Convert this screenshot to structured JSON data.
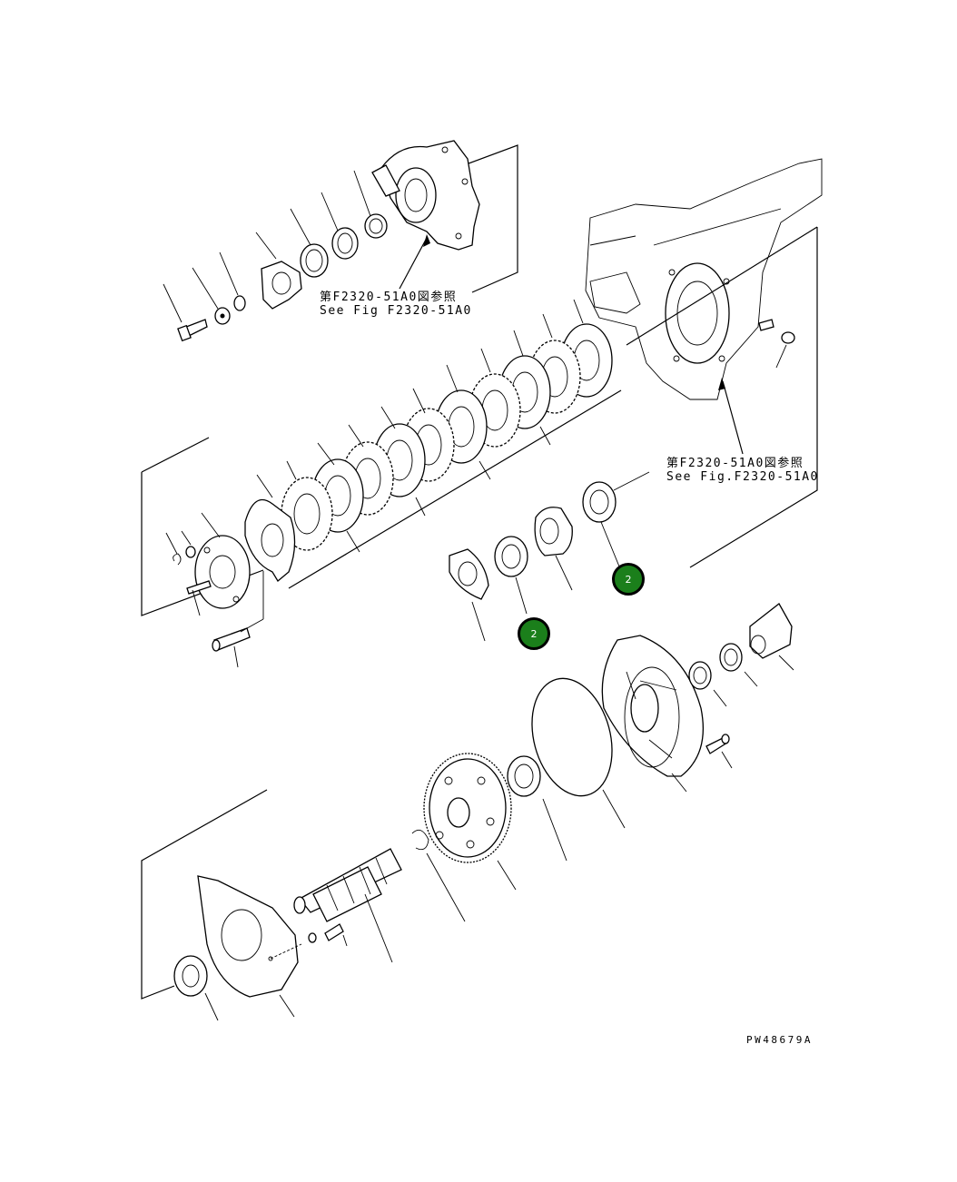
{
  "references": [
    {
      "line1": "第F2320-51A0図参照",
      "line2": "See Fig F2320-51A0"
    },
    {
      "line1": "第F2320-51A0図参照",
      "line2": "See Fig.F2320-51A0"
    }
  ],
  "callouts": [
    {
      "label": "2"
    },
    {
      "label": "2"
    }
  ],
  "drawing_code": "PW48679A",
  "colors": {
    "marker_fill": "#1b7f1b",
    "line": "#000000"
  }
}
